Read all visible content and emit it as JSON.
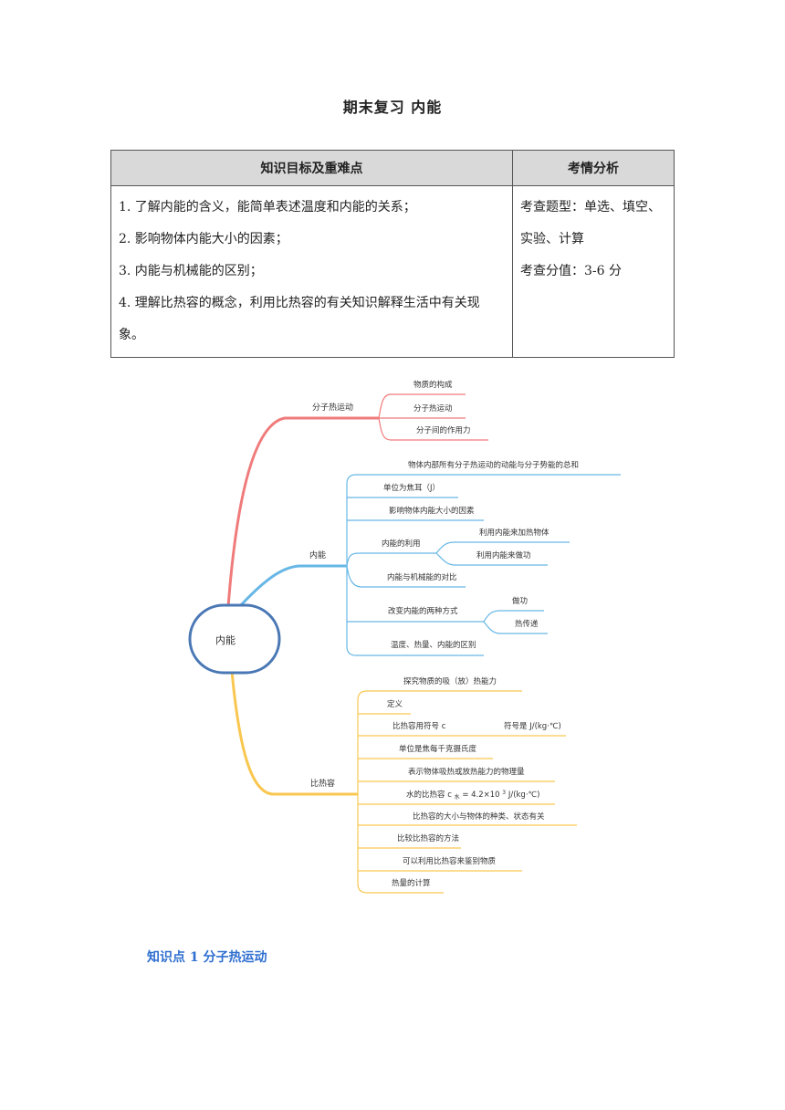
{
  "doc_title": "期末复习 内能",
  "table": {
    "header_left": "知识目标及重难点",
    "header_right": "考情分析",
    "goals": [
      "1. 了解内能的含义，能简单表述温度和内能的关系；",
      "2. 影响物体内能大小的因素；",
      "3. 内能与机械能的区别；",
      "4. 理解比热容的概念，利用比热容的有关知识解释生活中有关现象。"
    ],
    "analysis": [
      "考查题型：单选、填空、",
      "实验、计算",
      "考查分值：3-6 分"
    ]
  },
  "mindmap": {
    "root": "内能",
    "colors": {
      "red": "#f07b7b",
      "blue": "#67b7e6",
      "yellow": "#f9c74f",
      "root_border": "#4a78b5"
    },
    "branch1": {
      "label": "分子热运动",
      "items": [
        "物质的构成",
        "分子热运动",
        "分子间的作用力"
      ]
    },
    "branch2": {
      "label": "内能",
      "items": [
        "物体内部所有分子热运动的动能与分子势能的总和",
        "单位为焦耳（J）",
        "影响物体内能大小的因素",
        "内能的利用",
        "内能与机械能的对比",
        "改变内能的两种方式",
        "温度、热量、内能的区别"
      ],
      "use_children": [
        "利用内能来加热物体",
        "利用内能来做功"
      ],
      "ways_children": [
        "做功",
        "热传递"
      ]
    },
    "branch3": {
      "label": "比热容",
      "items": [
        "探究物质的吸（放）热能力",
        "定义",
        "比热容用符号 c",
        "单位是焦每千克摄氏度",
        "表示物体吸热或放热能力的物理量",
        "水的比热容 c",
        "比热容的大小与物体的种类、状态有关",
        "比较比热容的方法",
        "可以利用比热容来鉴别物质",
        "热量的计算"
      ],
      "symbol_child": "符号是 J/(kg·℃)",
      "water_sub": "水",
      "water_value": "= 4.2×10",
      "water_exp": "3",
      "water_unit": "J/(kg·℃)"
    }
  },
  "section_heading": "知识点 1  分子热运动"
}
